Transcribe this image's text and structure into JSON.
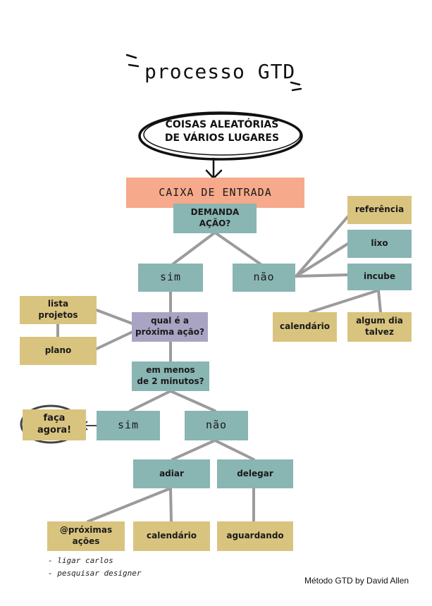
{
  "title": "processo GTD",
  "start": "COISAS ALEATÓRIAS\nDE VÁRIOS LUGARES",
  "inbox": "CAIXA DE ENTRADA",
  "q_action": "DEMANDA\nAÇÃO?",
  "yes1": "sim",
  "no1": "não",
  "reference": "referência",
  "trash": "lixo",
  "incubate": "incube",
  "calendar1": "calendário",
  "someday": "algum dia\ntalvez",
  "projects_list": "lista\nprojetos",
  "plan": "plano",
  "next_action": "qual é a\npróxima ação?",
  "two_minutes": "em menos\nde 2 minutos?",
  "do_now": "faça\nagora!",
  "yes2": "sim",
  "no2": "não",
  "defer": "adiar",
  "delegate": "delegar",
  "next_actions": "@próximas\nações",
  "calendar2": "calendário",
  "waiting": "aguardando",
  "notes": [
    "- ligar carlos",
    "- pesquisar designer"
  ],
  "footer": "Método GTD by David Allen",
  "colors": {
    "teal": "#89b5b3",
    "tan": "#d9c47f",
    "purple": "#a9a4c4",
    "salmon": "#f6a98b",
    "line": "#8a8a8a"
  }
}
